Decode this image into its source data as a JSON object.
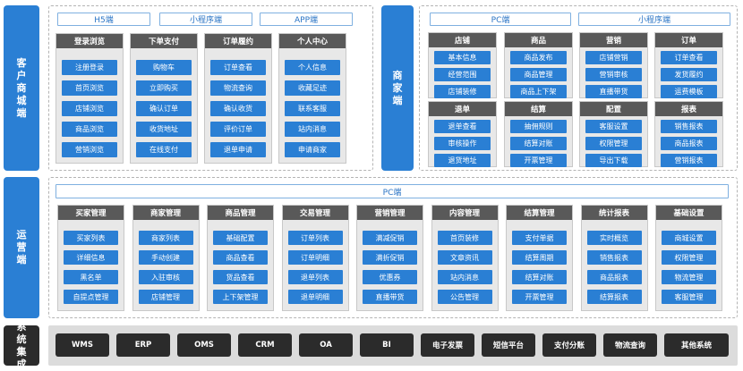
{
  "side_labels": {
    "customer": "客户商城端",
    "merchant": "商家端",
    "operation": "运营端",
    "integration": "系统集成"
  },
  "customer": {
    "tabs": [
      "H5端",
      "小程序端",
      "APP端"
    ],
    "columns": [
      {
        "title": "登录浏览",
        "items": [
          "注册登录",
          "首页浏览",
          "店铺浏览",
          "商品浏览",
          "营销浏览"
        ]
      },
      {
        "title": "下单支付",
        "items": [
          "购物车",
          "立即购买",
          "确认订单",
          "收货地址",
          "在线支付"
        ]
      },
      {
        "title": "订单履约",
        "items": [
          "订单查看",
          "物流查询",
          "确认收货",
          "评价订单",
          "退单申请"
        ]
      },
      {
        "title": "个人中心",
        "items": [
          "个人信息",
          "收藏足迹",
          "联系客服",
          "站内消息",
          "申请商家"
        ]
      }
    ]
  },
  "merchant": {
    "tabs": [
      "PC端",
      "小程序端"
    ],
    "top_columns": [
      {
        "title": "店铺",
        "items": [
          "基本信息",
          "经营范围",
          "店铺装修"
        ]
      },
      {
        "title": "商品",
        "items": [
          "商品发布",
          "商品管理",
          "商品上下架"
        ]
      },
      {
        "title": "营销",
        "items": [
          "店铺营销",
          "营销审核",
          "直播带货"
        ]
      },
      {
        "title": "订单",
        "items": [
          "订单查看",
          "发货履约",
          "运费模板"
        ]
      }
    ],
    "bottom_columns": [
      {
        "title": "退单",
        "items": [
          "退单查看",
          "审核操作",
          "退货地址"
        ]
      },
      {
        "title": "结算",
        "items": [
          "抽佣规则",
          "结算对账",
          "开票管理"
        ]
      },
      {
        "title": "配置",
        "items": [
          "客服设置",
          "权限管理",
          "导出下载"
        ]
      },
      {
        "title": "报表",
        "items": [
          "销售报表",
          "商品报表",
          "营销报表"
        ]
      }
    ]
  },
  "operation": {
    "tab": "PC端",
    "columns": [
      {
        "title": "买家管理",
        "items": [
          "买家列表",
          "详细信息",
          "黑名单",
          "自提点管理"
        ]
      },
      {
        "title": "商家管理",
        "items": [
          "商家列表",
          "手动创建",
          "入驻审核",
          "店铺管理"
        ]
      },
      {
        "title": "商品管理",
        "items": [
          "基础配置",
          "商品查看",
          "货品查看",
          "上下架管理"
        ]
      },
      {
        "title": "交易管理",
        "items": [
          "订单列表",
          "订单明细",
          "退单列表",
          "退单明细"
        ]
      },
      {
        "title": "营销管理",
        "items": [
          "满减促销",
          "满折促销",
          "优惠券",
          "直播带货"
        ]
      },
      {
        "title": "内容管理",
        "items": [
          "首页装修",
          "文章资讯",
          "站内消息",
          "公告管理"
        ]
      },
      {
        "title": "结算管理",
        "items": [
          "支付单据",
          "结算周期",
          "结算对账",
          "开票管理"
        ]
      },
      {
        "title": "统计报表",
        "items": [
          "实时概览",
          "销售报表",
          "商品报表",
          "结算报表"
        ]
      },
      {
        "title": "基础设置",
        "items": [
          "商城设置",
          "权限管理",
          "物流管理",
          "客服管理"
        ]
      }
    ]
  },
  "integration": {
    "systems": [
      "WMS",
      "ERP",
      "OMS",
      "CRM",
      "OA",
      "BI",
      "电子发票",
      "短信平台",
      "支付分账",
      "物流查询",
      "其他系统"
    ]
  },
  "colors": {
    "accent": "#2a7fd4",
    "header": "#595959",
    "dark": "#2b2b2b"
  }
}
